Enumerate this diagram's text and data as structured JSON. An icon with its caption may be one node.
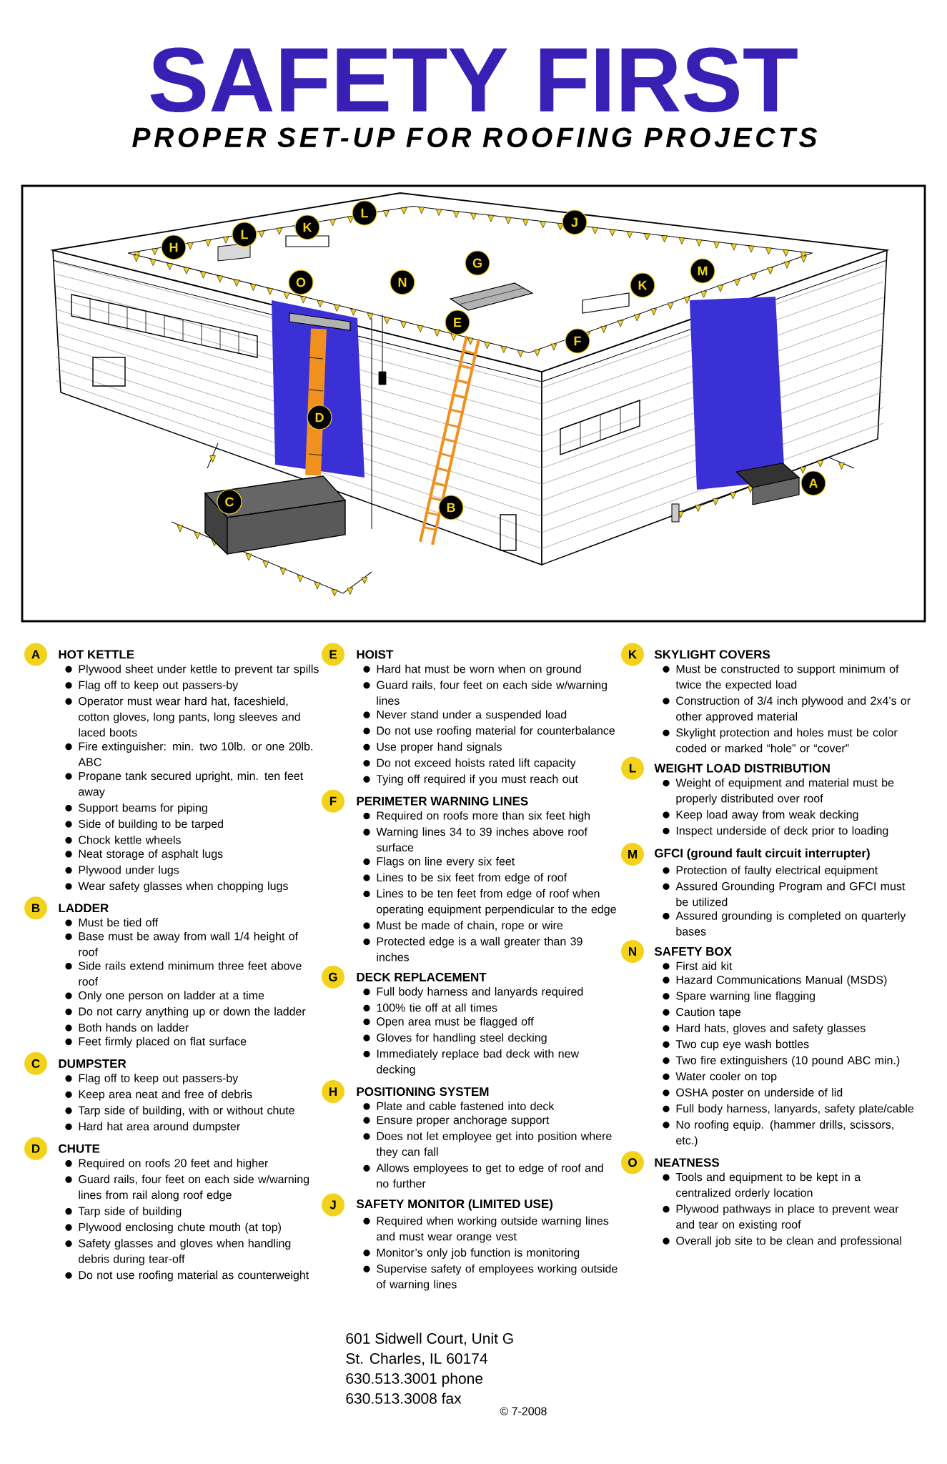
{
  "diagram": {
    "title": "SAFETY FIRST",
    "nodes": [
      {
        "text": [
          "H"
        ]
      },
      {
        "text": [
          "L"
        ]
      },
      {
        "text": [
          "K"
        ]
      },
      {
        "text": [
          "L"
        ]
      },
      {
        "text": [
          "J"
        ]
      },
      {
        "text": [
          "G"
        ]
      },
      {
        "text": [
          "O"
        ]
      },
      {
        "text": [
          "N"
        ]
      },
      {
        "text": [
          "K"
        ]
      },
      {
        "text": [
          "M"
        ]
      },
      {
        "text": [
          "E"
        ]
      },
      {
        "text": [
          "F"
        ]
      },
      {
        "text": [
          "D"
        ]
      },
      {
        "text": [
          "C"
        ]
      },
      {
        "text": [
          "B"
        ]
      },
      {
        "text": [
          "A"
        ]
      },
      {
        "text": [
          "A"
        ],
        "beside": [
          "HOT KETTLE",
          "Plywood sheet under kettle to prevent tar spills",
          "Flag off to keep out passers-by",
          "Operator must wear hard hat, faceshield, cotton gloves, long pants, long sleeves and laced boots",
          "Fire extinguisher: min. two 10lb. or one 20lb. ABC",
          "Propane tank secured upright, min. ten feet away",
          "Support beams for piping",
          "Side of building to be tarped",
          "Chock kettle wheels",
          "Neat storage of asphalt lugs",
          "Plywood under lugs",
          "Wear safety glasses when chopping lugs"
        ]
      },
      {
        "text": [
          "B"
        ],
        "beside": [
          "LADDER",
          "Must be tied off",
          "Base must be away from wall 1/4 height of roof",
          "Side rails extend minimum three feet above roof",
          "Only one person on ladder at a time",
          "Do not carry anything up or down the ladder",
          "Both hands on ladder",
          "Feet firmly placed on flat surface"
        ]
      },
      {
        "text": [
          "C"
        ],
        "beside": [
          "DUMPSTER",
          "Flag off to keep out passers-by",
          "Keep area neat and free of debris",
          "Tarp side of building, with or without chute",
          "Hard hat area around dumpster"
        ]
      },
      {
        "text": [
          "D"
        ],
        "beside": [
          "CHUTE",
          "Required on roofs 20 feet and higher",
          "Guard rails, four feet on each side w/warning lines from rail along roof edge",
          "Tarp side of building",
          "Plywood enclosing chute mouth (at top)",
          "Safety glasses and gloves when handling debris during tear-off",
          "Do not use roofing material as counterweight"
        ]
      },
      {
        "text": [
          "E"
        ],
        "beside": [
          "HOIST",
          "Hard hat must be worn when on ground",
          "Guard rails, four feet on each side w/warning lines",
          "Never stand under a suspended load",
          "Do not use roofing material for counterbalance",
          "Use proper hand signals",
          "Do not exceed hoists rated lift capacity",
          "Tying off required if you must reach out"
        ]
      },
      {
        "text": [
          "F"
        ],
        "beside": [
          "PERIMETER WARNING LINES",
          "Required on roofs more than six feet high",
          "Warning lines 34 to 39 inches above roof surface",
          "Flags on line every six feet",
          "Lines to be six feet from edge of roof",
          "Lines to be ten feet from edge of roof when operating equipment perpendicular to the edge",
          "Must be made of chain, rope or wire",
          "Protected edge is a wall greater than 39 inches"
        ]
      },
      {
        "text": [
          "G"
        ],
        "beside": [
          "DECK REPLACEMENT",
          "Full body harness and lanyards required",
          "100% tie off at all times",
          "Open area must be flagged off",
          "Gloves for handling steel decking",
          "Immediately replace bad deck with new decking"
        ]
      },
      {
        "text": [
          "H"
        ],
        "beside": [
          "POSITIONING SYSTEM",
          "Plate and cable fastened into deck",
          "Ensure proper anchorage support",
          "Does not let employee get into position where they can fall",
          "Allows employees to get to edge of roof and no further"
        ]
      },
      {
        "text": [
          "J"
        ],
        "beside": [
          "SAFETY MONITOR (LIMITED USE)",
          "Required when working outside warning lines and must wear orange vest",
          "Monitor’s only job function is monitoring",
          "Supervise safety of employees working outside of warning lines"
        ]
      },
      {
        "text": [
          "K"
        ],
        "beside": [
          "SKYLIGHT COVERS",
          "Must be constructed to support minimum of twice the expected load",
          "Construction of 3/4 inch plywood and 2x4’s or other approved material",
          "Skylight protection and holes must be color coded or marked “hole” or “cover”"
        ]
      },
      {
        "text": [
          "L"
        ],
        "beside": [
          "WEIGHT LOAD DISTRIBUTION",
          "Weight of equipment and material must be properly distributed over roof",
          "Keep load away from weak decking",
          "Inspect underside of deck prior to loading"
        ]
      },
      {
        "text": [
          "M"
        ],
        "beside": [
          "GFCI (ground fault circuit interrupter)",
          "Protection of faulty electrical equipment",
          "Assured Grounding Program and GFCI must be utilized",
          "Assured grounding is completed on quarterly bases"
        ]
      },
      {
        "text": [
          "N"
        ],
        "beside": [
          "SAFETY BOX",
          "First aid kit",
          "Hazard Communications Manual (MSDS)",
          "Spare warning line flagging",
          "Caution tape",
          "Hard hats, gloves and safety glasses",
          "Two cup eye wash bottles",
          "Two fire extinguishers (10 pound ABC min.)",
          "Water cooler on top",
          "OSHA poster on underside of lid",
          "Full body harness, lanyards, safety plate/cable",
          "No roofing equip. (hammer drills, scissors, etc.)"
        ]
      },
      {
        "text": [
          "O"
        ],
        "beside": [
          "NEATNESS",
          "Tools and equipment to be kept in a centralized orderly location",
          "Plywood pathways in place to prevent wear and tear on existing roof",
          "Overall job site to be clean and professional"
        ]
      }
    ],
    "labels": [
      "PROPER SET-UP FOR ROOFING PROJECTS",
      "601 Sidwell Court, Unit G",
      "St. Charles, IL 60174",
      "630.513.3001 phone",
      "630.513.3008 fax",
      "© 7-2008"
    ]
  }
}
